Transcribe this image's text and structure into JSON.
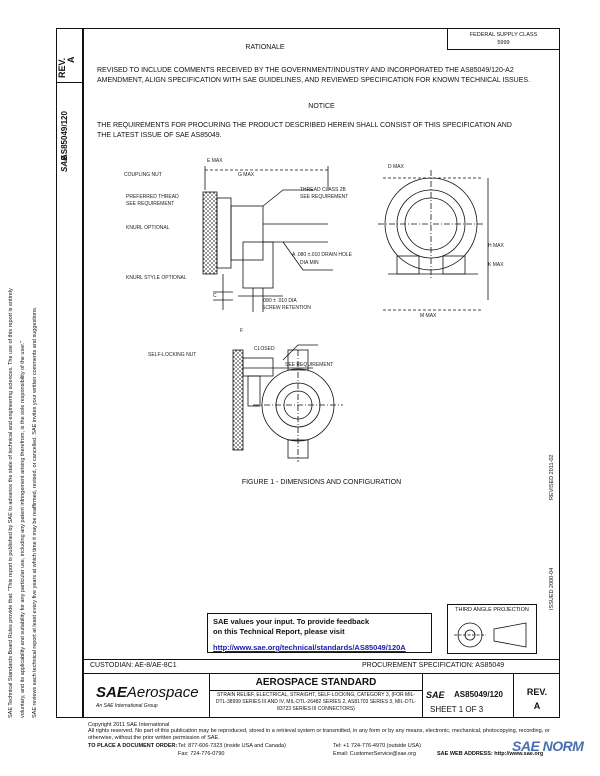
{
  "left_margin_text": {
    "line1": "SAE Technical Standards Board Rules provide that: \"This report is published by SAE to advance the state of technical and engineering sciences. The use of this report is entirely",
    "line2": "voluntary, and its applicability and suitability for any particular use, including any patent infringement arising therefrom, is the sole responsibility of the user.\"",
    "line3": "SAE reviews each technical report at least every five years at which time it may be reaffirmed, revised, or cancelled. SAE invites your written comments and suggestions."
  },
  "rev_cell": {
    "label": "REV.",
    "value": "A"
  },
  "doc_number_vertical": "AS85049/120",
  "sae_logo_small": "SAE",
  "header_right": {
    "line1": "FEDERAL SUPPLY CLASS",
    "line2": "5999"
  },
  "rationale": {
    "heading": "RATIONALE",
    "text": "REVISED TO INCLUDE COMMENTS RECEIVED BY THE GOVERNMENT/INDUSTRY AND INCORPORATED THE AS85049/120-A2 AMENDMENT, ALIGN SPECIFICATION WITH SAE GUIDELINES, AND REVIEWED SPECIFICATION FOR KNOWN TECHNICAL ISSUES."
  },
  "notice": {
    "heading": "NOTICE",
    "text": "THE REQUIREMENTS FOR PROCURING THE PRODUCT DESCRIBED HEREIN SHALL CONSIST OF THIS SPECIFICATION AND THE LATEST ISSUE OF SAE AS85049."
  },
  "drawing_labels": {
    "e_max": "E MAX",
    "d_max": "D MAX",
    "coupling_nut": "COUPLING NUT",
    "g_max": "G MAX",
    "preferred_thread": "PREFERRED THREAD",
    "see_reqt": "SEE REQUIREMENT",
    "thread_class": "THREAD CLASS 2B",
    "thread_see": "SEE REQUIREMENT",
    "knurl_optional": "KNURL OPTIONAL",
    "knurl_style": "KNURL STYLE OPTIONAL",
    "drain_hole": "A .080 ±.010 DRAIN HOLE",
    "dia_min": "DIA MIN",
    "c_dim": "C",
    "lock_wire": ".080 ± .010 DIA",
    "screw_retention": "SCREW RETENTION",
    "h_max": "H MAX",
    "k_max": "K MAX",
    "m_max": "M MAX",
    "f_dim": "F",
    "self_locking_nut": "SELF-LOCKING NUT",
    "closed": "CLOSED",
    "see_requirement2": "SEE REQUIREMENT"
  },
  "figure_caption": "FIGURE 1 - DIMENSIONS AND CONFIGURATION",
  "feedback": {
    "line1": "SAE values your input. To provide feedback",
    "line2": "on this Technical Report, please visit",
    "link": "http://www.sae.org/technical/standards/AS85049/120A"
  },
  "third_angle": "THIRD ANGLE PROJECTION",
  "right_margin": {
    "reaffirmed": "REVISED 2011-02",
    "issued": "ISSUED 2000-04"
  },
  "custodian": "CUSTODIAN: AE-8/AE-8C1",
  "procurement": "PROCUREMENT SPECIFICATION: AS85049",
  "title_block": {
    "logo_main": "SAE",
    "logo_sub": "Aerospace",
    "logo_tagline": "An SAE International Group",
    "std_title": "AEROSPACE STANDARD",
    "desc": "STRAIN RELIEF, ELECTRICAL, STRAIGHT, SELF-LOCKING, CATEGORY 3, (FOR MIL-DTL-38999 SERIES III AND IV, MIL-DTL-26482 SERIES 2, AS81703 SERIES 3, MIL-DTL-83723 SERIES III CONNECTORS)",
    "sae_label": "SAE",
    "doc_number": "AS85049/120",
    "sheet": "SHEET 1 OF 3",
    "rev_label": "REV.",
    "rev_value": "A"
  },
  "footer": {
    "copyright": "Copyright 2011 SAE International",
    "rights": "All rights reserved. No part of this publication may be reproduced, stored in a retrieval system or transmitted, in any form or by any means, electronic, mechanical, photocopying, recording, or otherwise, without the prior written permission of SAE.",
    "to_place": "TO PLACE A DOCUMENT ORDER:",
    "tel1": "Tel: 877-606-7323 (inside USA and Canada)",
    "fax": "Fax: 724-776-0790",
    "tel2": "Tel: +1 724-776-4970 (outside USA)",
    "email": "Email: CustomerService@sae.org",
    "web": "SAE WEB ADDRESS: http://www.sae.org",
    "watermark": "SAE NORM"
  }
}
